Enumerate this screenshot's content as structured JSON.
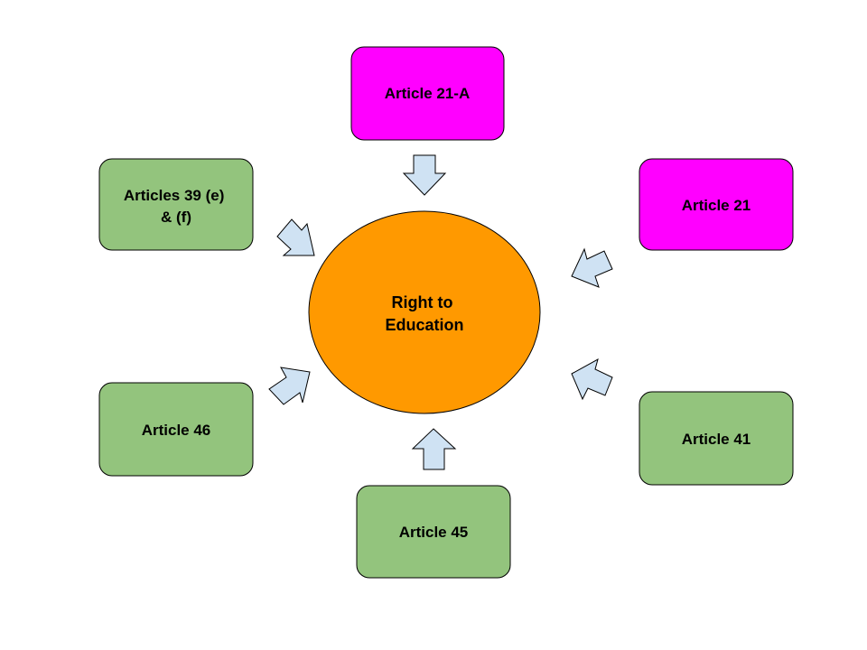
{
  "diagram": {
    "title": "Right to Education",
    "center": {
      "lines": [
        "Right to",
        "Education"
      ],
      "fill": "#ff9900"
    },
    "nodes": [
      {
        "id": "article-21a",
        "lines": [
          "Article 21-A"
        ],
        "fill": "#ff00ff"
      },
      {
        "id": "articles-39ef",
        "lines": [
          "Articles 39 (e)",
          "& (f)"
        ],
        "fill": "#93c47d"
      },
      {
        "id": "article-21",
        "lines": [
          "Article 21"
        ],
        "fill": "#ff00ff"
      },
      {
        "id": "article-46",
        "lines": [
          "Article 46"
        ],
        "fill": "#93c47d"
      },
      {
        "id": "article-41",
        "lines": [
          "Article 41"
        ],
        "fill": "#93c47d"
      },
      {
        "id": "article-45",
        "lines": [
          "Article 45"
        ],
        "fill": "#93c47d"
      }
    ],
    "arrows": [
      {
        "from": "article-21a",
        "to": "center",
        "direction": "down"
      },
      {
        "from": "articles-39ef",
        "to": "center",
        "direction": "down-right"
      },
      {
        "from": "article-21",
        "to": "center",
        "direction": "down-left"
      },
      {
        "from": "article-46",
        "to": "center",
        "direction": "up-right"
      },
      {
        "from": "article-41",
        "to": "center",
        "direction": "up-left"
      },
      {
        "from": "article-45",
        "to": "center",
        "direction": "up"
      }
    ],
    "colors": {
      "arrow_fill": "#cfe2f3",
      "stroke": "#000000",
      "text": "#000000"
    }
  }
}
